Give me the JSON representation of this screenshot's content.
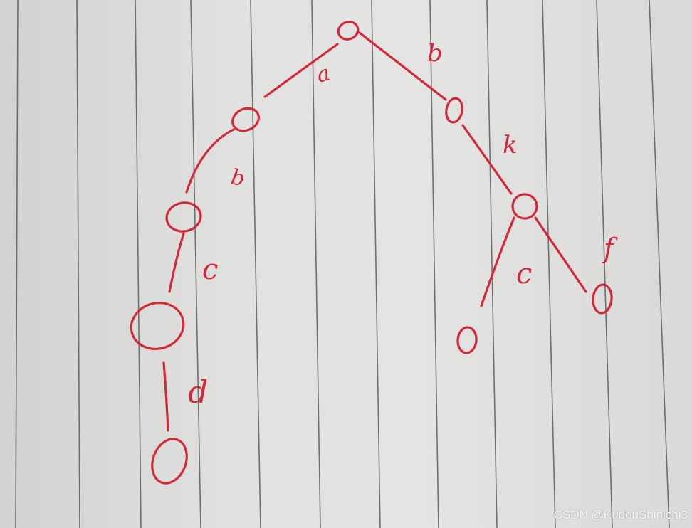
{
  "trie": {
    "ink_color": "#d4283a",
    "nodes": [
      "root",
      "a",
      "ab",
      "abc",
      "abcd",
      "b",
      "bk",
      "bkc",
      "bkf"
    ],
    "edges": [
      {
        "from": "root",
        "to": "a",
        "label": "a"
      },
      {
        "from": "a",
        "to": "ab",
        "label": "b"
      },
      {
        "from": "ab",
        "to": "abc",
        "label": "c"
      },
      {
        "from": "abc",
        "to": "abcd",
        "label": "d"
      },
      {
        "from": "root",
        "to": "b",
        "label": "b"
      },
      {
        "from": "b",
        "to": "bk",
        "label": "k"
      },
      {
        "from": "bk",
        "to": "bkc",
        "label": "c"
      },
      {
        "from": "bk",
        "to": "bkf",
        "label": "f"
      }
    ]
  },
  "watermark": "CSDN @KudouShinichi3"
}
